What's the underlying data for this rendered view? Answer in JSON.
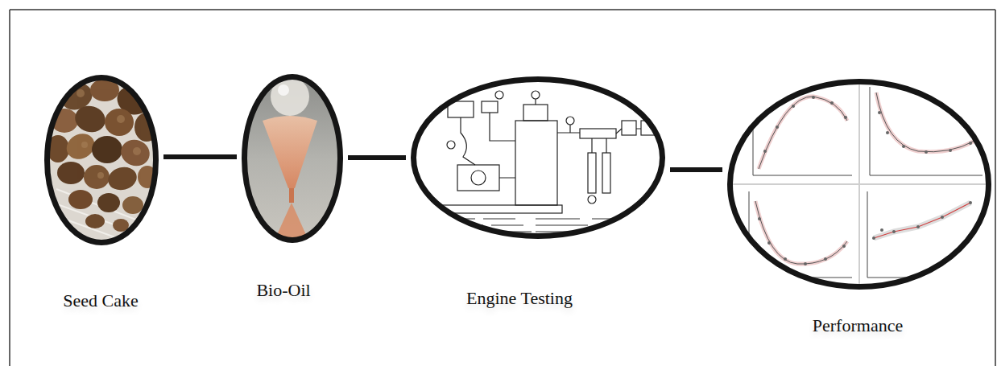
{
  "diagram": {
    "nodes": [
      {
        "text": [
          "Seed Cake"
        ]
      },
      {
        "text": [
          "Bio-Oil"
        ]
      },
      {
        "text": [
          "Engine Testing"
        ]
      },
      {
        "text": [
          "Performance"
        ]
      }
    ],
    "edges": [
      {
        "from": 0,
        "to": 1,
        "arrow": "none"
      },
      {
        "from": 1,
        "to": 2,
        "arrow": "none"
      },
      {
        "from": 2,
        "to": 3,
        "arrow": "none"
      }
    ]
  }
}
